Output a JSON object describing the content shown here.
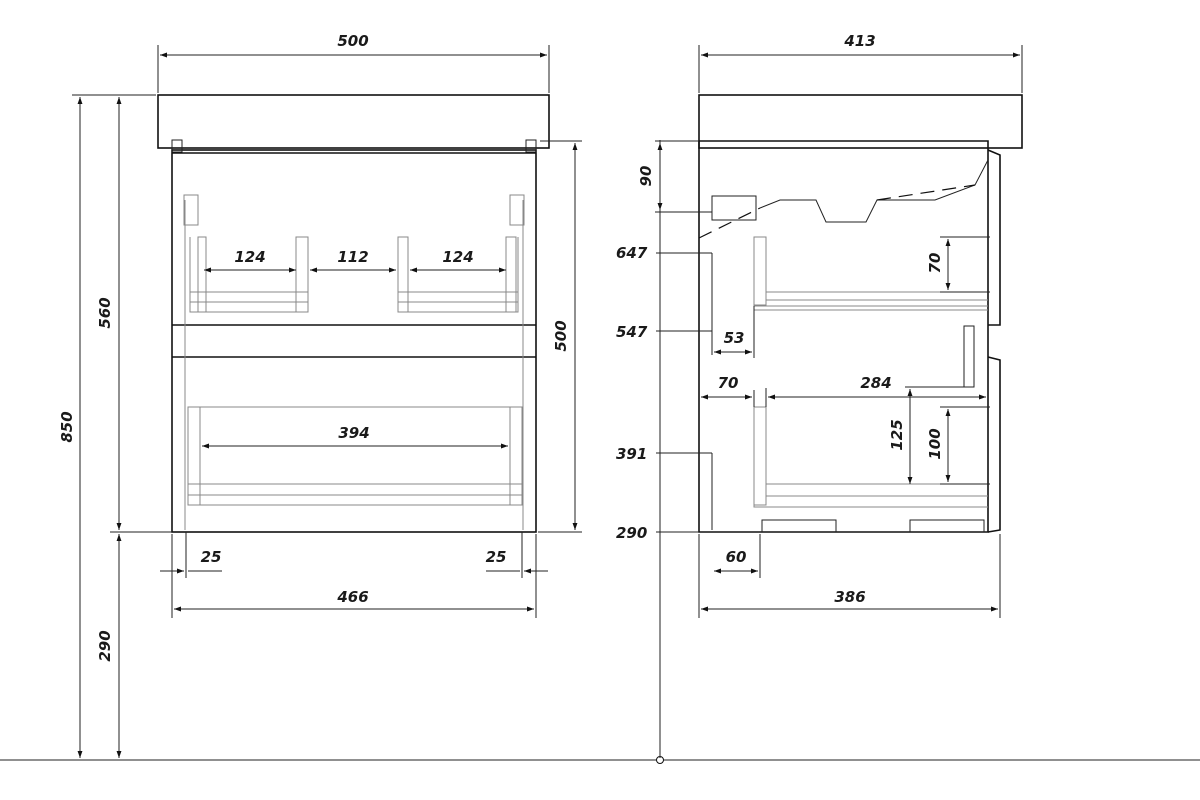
{
  "front_view": {
    "width_top": "500",
    "height_total": "850",
    "height_cabinet_side": "560",
    "height_body": "500",
    "drawer_left_width": "124",
    "drawer_gap": "112",
    "drawer_right_width": "124",
    "drawer_lower_width": "394",
    "leg_left": "25",
    "leg_right": "25",
    "body_width": "466",
    "floor_height": "290"
  },
  "side_view": {
    "depth_top": "413",
    "top_offset": "90",
    "level_647": "647",
    "level_547": "547",
    "level_391": "391",
    "level_290": "290",
    "drawer_height_upper": "70",
    "inset_53": "53",
    "inset_70": "70",
    "drawer_depth": "284",
    "drawer_height_lower_outer": "125",
    "drawer_height_lower": "100",
    "foot_60": "60",
    "body_depth": "386"
  }
}
